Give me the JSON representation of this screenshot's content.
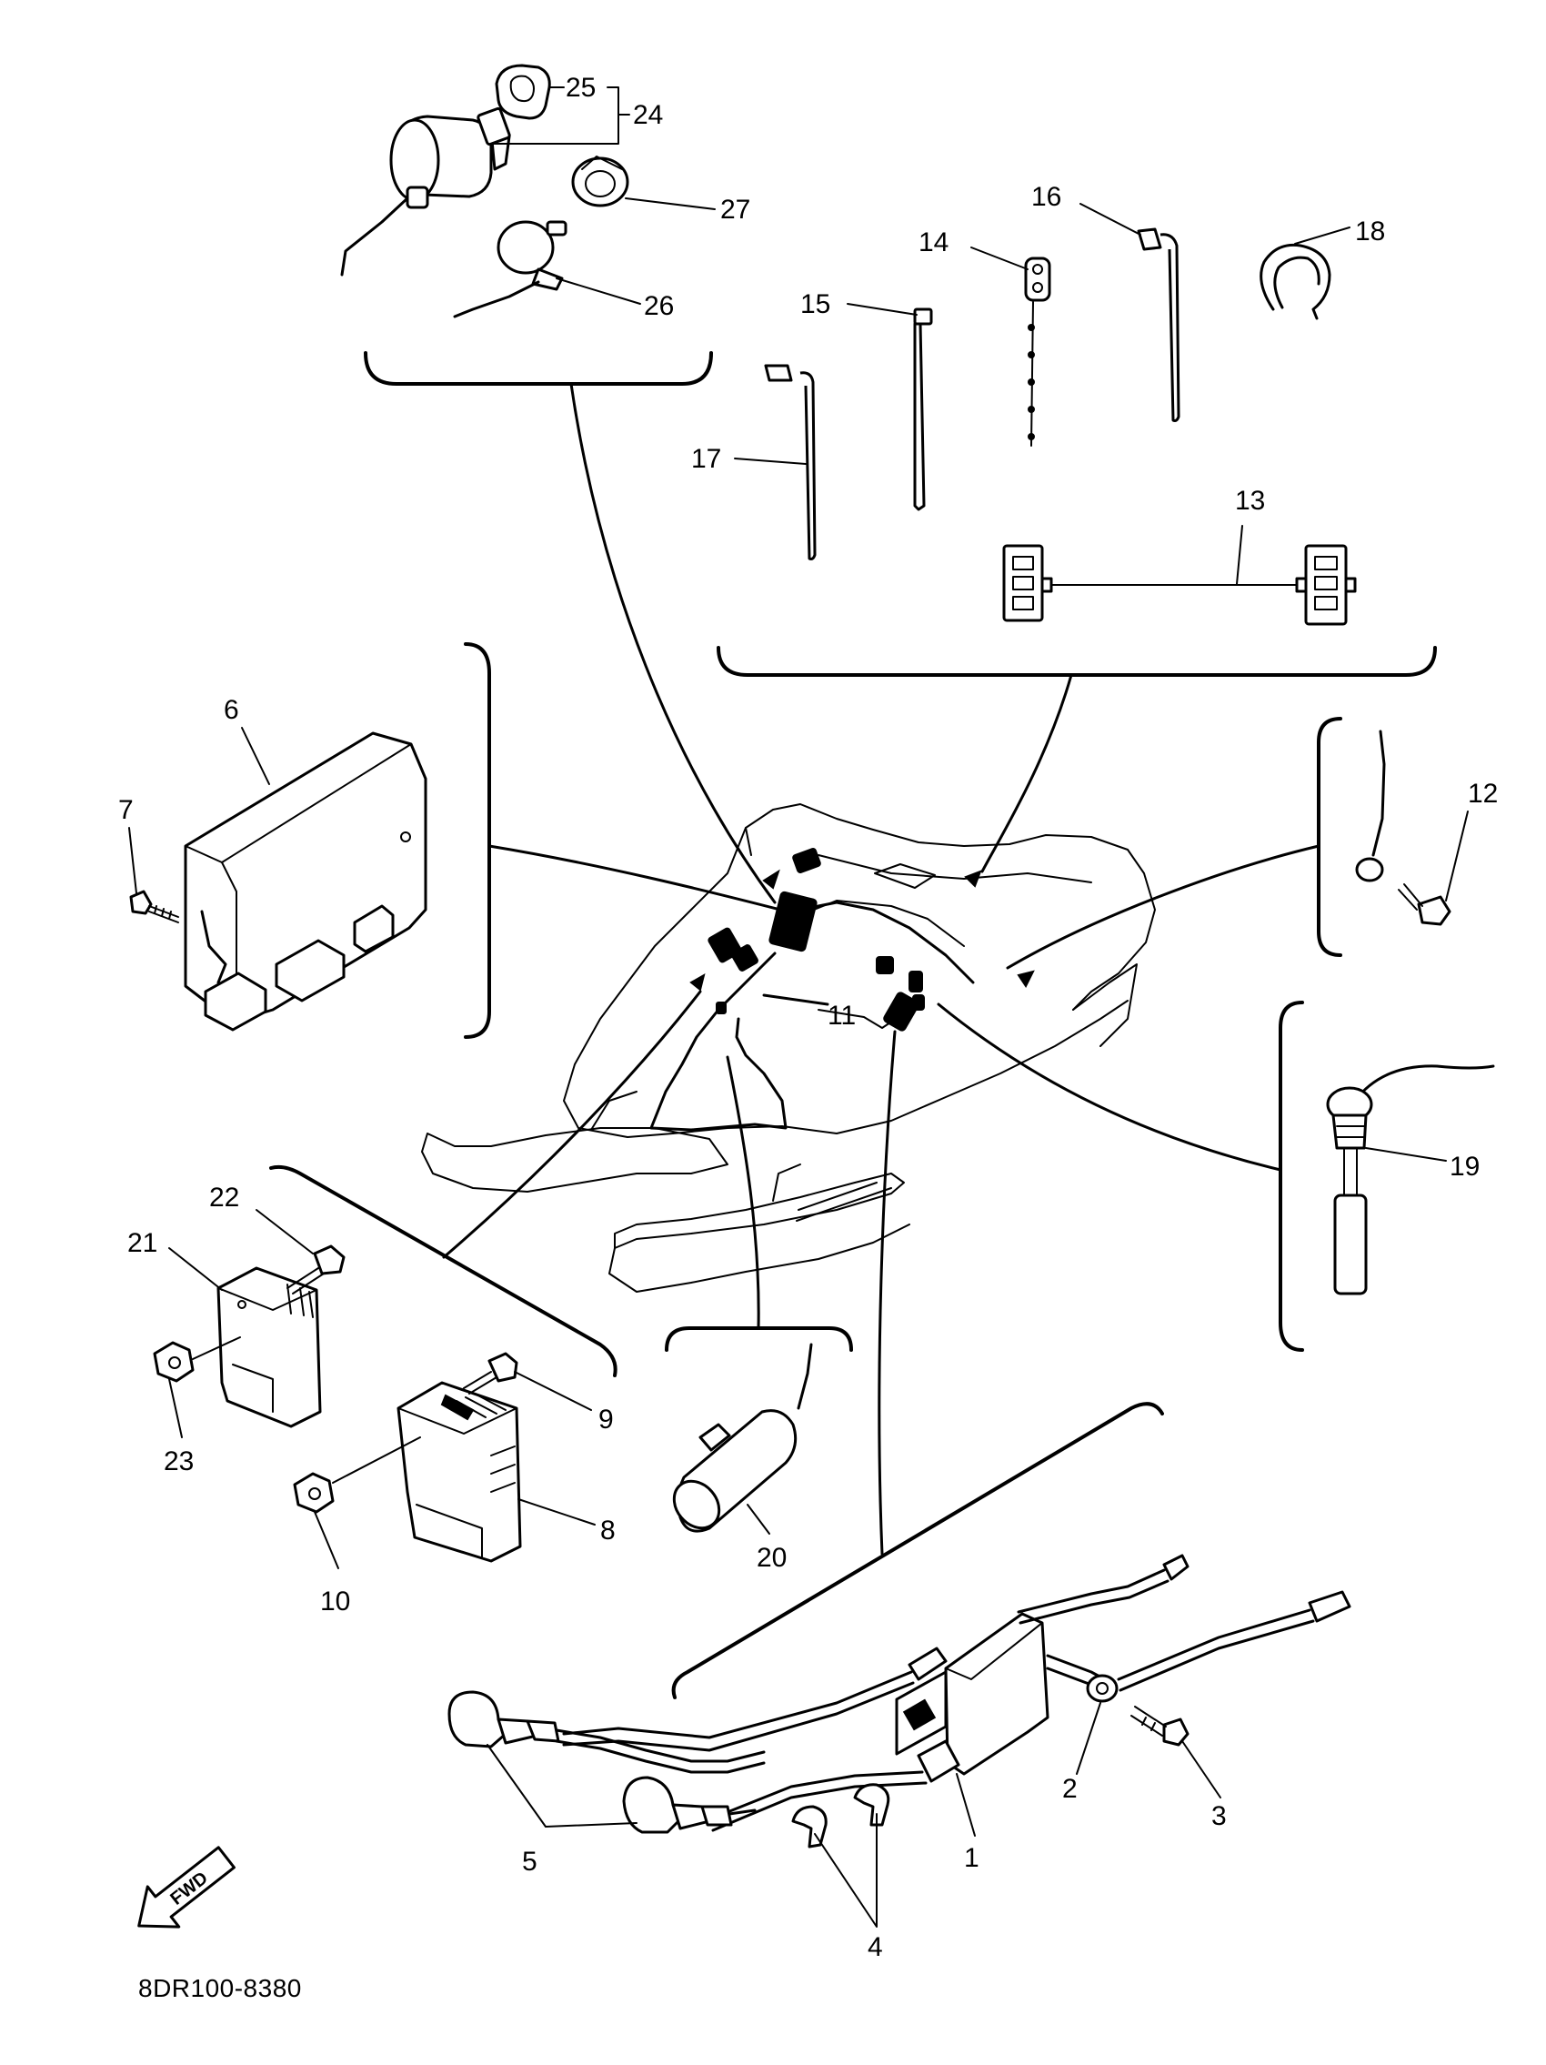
{
  "diagram": {
    "drawing_code": "8DR100-8380",
    "fwd_label": "FWD",
    "callouts": [
      "1",
      "2",
      "3",
      "4",
      "5",
      "6",
      "7",
      "8",
      "9",
      "10",
      "11",
      "12",
      "13",
      "14",
      "15",
      "16",
      "17",
      "18",
      "19",
      "20",
      "21",
      "22",
      "23",
      "24",
      "25",
      "26",
      "27"
    ]
  }
}
